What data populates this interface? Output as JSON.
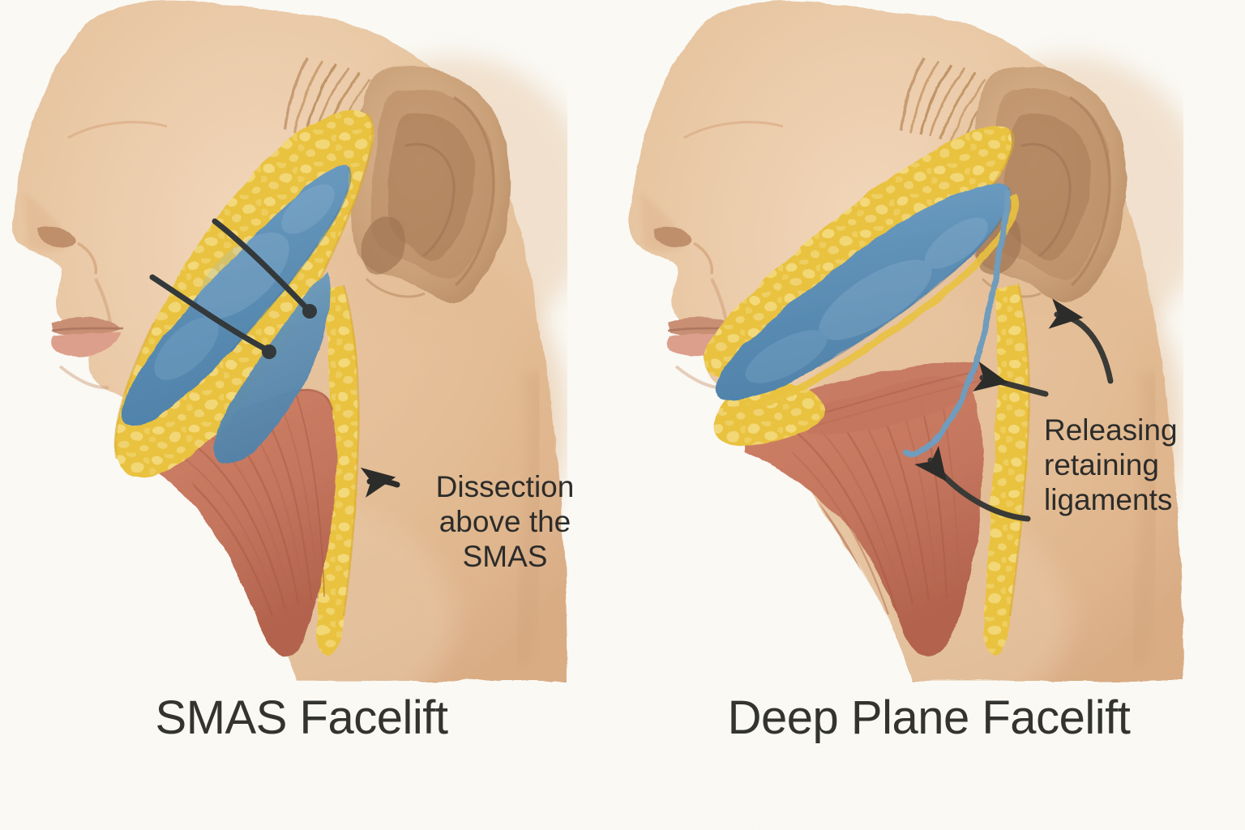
{
  "figure": {
    "background_color": "#fbfaf5",
    "style": "watercolor medical illustration",
    "panels": [
      {
        "id": "left",
        "caption": "SMAS Facelift",
        "annotation": "Dissection\nabove the\nSMAS",
        "annotation_arrow": "arrow-left",
        "layers": [
          {
            "name": "skin",
            "color": "#e9c7a4"
          },
          {
            "name": "subcutaneous-fat",
            "color": "#e9c23f"
          },
          {
            "name": "smas",
            "color": "#5f90b6"
          },
          {
            "name": "muscle",
            "color": "#c87a62"
          },
          {
            "name": "ear-cartilage",
            "color": "#c9a07a"
          }
        ],
        "sutures": 2
      },
      {
        "id": "right",
        "caption": "Deep Plane Facelift",
        "annotation": "Releasing\nretaining\nligaments",
        "annotation_arrow": "curved-arrow-up-left",
        "layers": [
          {
            "name": "skin",
            "color": "#e9c7a4"
          },
          {
            "name": "subcutaneous-fat",
            "color": "#e9c23f"
          },
          {
            "name": "smas",
            "color": "#5f90b6"
          },
          {
            "name": "muscle",
            "color": "#c87a62"
          },
          {
            "name": "ear-cartilage",
            "color": "#c9a07a"
          }
        ],
        "release_line_color": "#6f9cbd",
        "arrows": 2
      }
    ]
  },
  "colors": {
    "fat_yellow": "#e9c23f",
    "fat_yellow_light": "#f2d873",
    "smas_blue": "#5f90b6",
    "smas_blue_light": "#7aa8c8",
    "muscle_red": "#c87a62",
    "muscle_red_dark": "#b4654f",
    "skin": "#e9c7a4",
    "skin_shadow": "#cf9b73",
    "ear": "#c9a07a",
    "ink": "#2c2c2a",
    "caption": "#333330",
    "paper": "#fbfaf5"
  }
}
